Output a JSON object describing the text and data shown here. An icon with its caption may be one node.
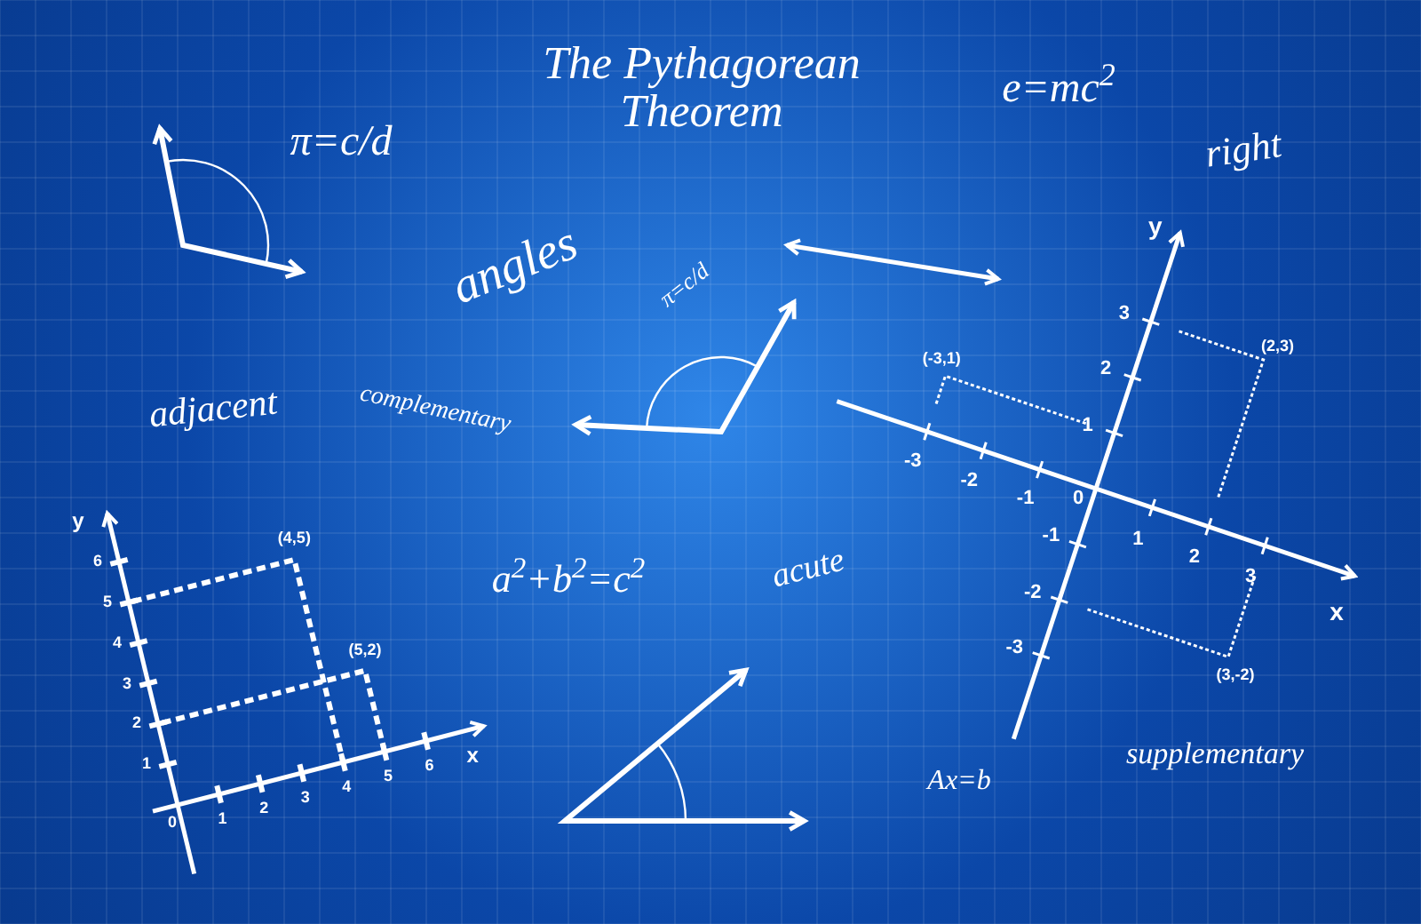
{
  "diagram": {
    "title": "The Pythagorean Theorem",
    "labels": [
      "π=c/d",
      "e=mc$^{2}$",
      "right",
      "angles",
      "π=c/d",
      "adjacent",
      "complementary",
      "a$^{2}$+b$^{2}$=c$^{2}$",
      "acute",
      "Ax=b",
      "supplementary",
      "y",
      "6",
      "(4,5)",
      "5",
      "4",
      "(5,2)",
      "3",
      "2",
      "1",
      "x",
      "0",
      "1",
      "2",
      "3",
      "4",
      "5",
      "6",
      "y",
      "3",
      "(2,3)",
      "2",
      "(-3,1)",
      "1",
      "-3",
      "-2",
      "-1",
      "0",
      "-1",
      "1",
      "2",
      "3",
      "x",
      "-2",
      "-3",
      "(3,-2)"
    ]
  }
}
